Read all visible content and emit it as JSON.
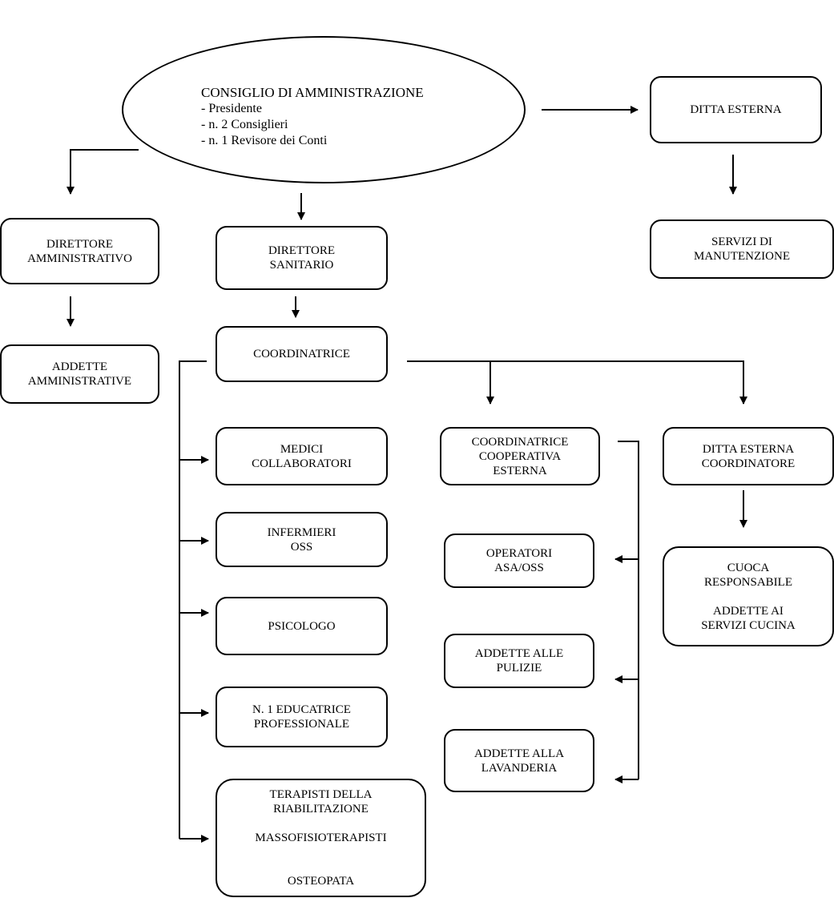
{
  "board": {
    "title": "CONSIGLIO DI AMMINISTRAZIONE",
    "members": [
      "- Presidente",
      "- n. 2 Consiglieri",
      "- n. 1 Revisore dei Conti"
    ]
  },
  "nodes": {
    "ditta_esterna": [
      "DITTA ESTERNA"
    ],
    "servizi_manutenzione": [
      "SERVIZI DI",
      "MANUTENZIONE"
    ],
    "direttore_amministrativo": [
      "DIRETTORE",
      "AMMINISTRATIVO"
    ],
    "addette_amministrative": [
      "ADDETTE",
      "AMMINISTRATIVE"
    ],
    "direttore_sanitario": [
      "DIRETTORE",
      "SANITARIO"
    ],
    "coordinatrice": [
      "COORDINATRICE"
    ],
    "medici": [
      "MEDICI",
      "COLLABORATORI"
    ],
    "infermieri": [
      "INFERMIERI",
      "OSS"
    ],
    "psicologo": [
      "PSICOLOGO"
    ],
    "educatrice": [
      "N. 1 EDUCATRICE",
      "PROFESSIONALE"
    ],
    "terapisti": [
      "TERAPISTI DELLA",
      "RIABILITAZIONE",
      "",
      "MASSOFISIOTERAPISTI",
      "",
      "OSTEOPATA"
    ],
    "coord_cooperativa": [
      "COORDINATRICE",
      "COOPERATIVA",
      "ESTERNA"
    ],
    "operatori": [
      "OPERATORI",
      "ASA/OSS"
    ],
    "pulizie": [
      "ADDETTE ALLE",
      "PULIZIE"
    ],
    "lavanderia": [
      "ADDETTE ALLA",
      "LAVANDERIA"
    ],
    "ditta_coordinatore": [
      "DITTA ESTERNA",
      "COORDINATORE"
    ],
    "cucina": [
      "CUOCA",
      "RESPONSABILE",
      "",
      "ADDETTE AI",
      "SERVIZI CUCINA"
    ]
  }
}
